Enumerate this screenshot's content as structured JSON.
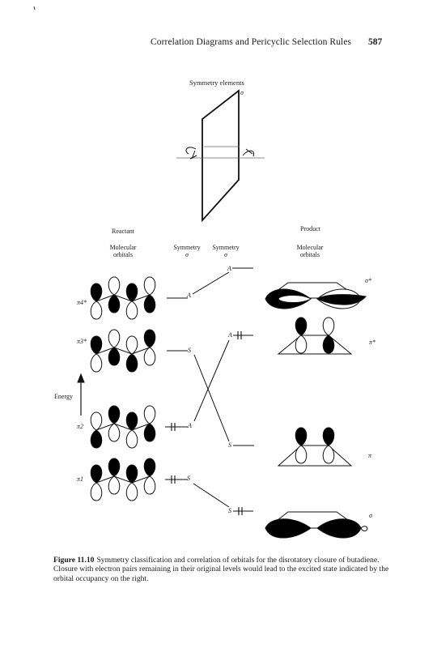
{
  "header": {
    "running_title": "Correlation Diagrams and Pericyclic Selection Rules",
    "page_number": "587"
  },
  "symmetry_figure": {
    "title": "Symmetry elements",
    "element": "σ"
  },
  "columns": {
    "reactant": "Reactant",
    "reactant_mo": [
      "Molecular",
      "orbitals"
    ],
    "symmetry_left": [
      "Symmetry",
      "σ"
    ],
    "symmetry_right": [
      "Symmetry",
      "σ"
    ],
    "product": "Product",
    "product_mo": [
      "Molecular",
      "orbitals"
    ]
  },
  "axis": {
    "energy_label": "Energy"
  },
  "reactant_levels": [
    {
      "orbital": "π4*",
      "sym": "A"
    },
    {
      "orbital": "π3*",
      "sym": "S"
    },
    {
      "orbital": "π2",
      "sym": "A"
    },
    {
      "orbital": "π1",
      "sym": "S"
    }
  ],
  "product_levels": [
    {
      "orbital": "σ*",
      "sym": "A"
    },
    {
      "orbital": "π*",
      "sym": "A"
    },
    {
      "orbital": "π",
      "sym": "S"
    },
    {
      "orbital": "σ",
      "sym": "S"
    }
  ],
  "caption": {
    "figure_label": "Figure 11.10",
    "text": "Symmetry classification and correlation of orbitals for the disrotatory closure of butadiene. Closure with electron pairs remaining in their original levels would lead to the excited state indicated by the orbital occupancy on the right."
  }
}
